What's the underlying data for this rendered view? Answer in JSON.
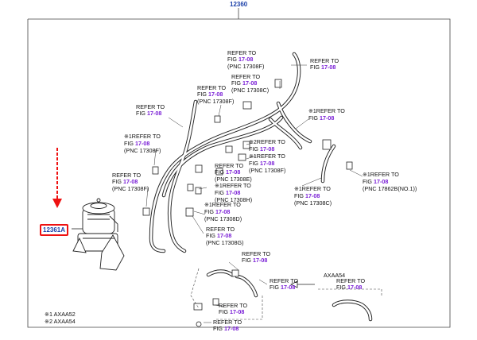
{
  "main_part_number": "12360",
  "highlighted_part_number": "12361A",
  "refer_labels": [
    {
      "id": "r1",
      "mark": "",
      "line1": "REFER TO",
      "fig_prefix": "FIG ",
      "fig": "17-08",
      "pnc": "(PNC 17308F)"
    },
    {
      "id": "r2",
      "mark": "",
      "line1": "REFER TO",
      "fig_prefix": "FIG ",
      "fig": "17-08",
      "pnc": ""
    },
    {
      "id": "r3",
      "mark": "",
      "line1": "REFER TO",
      "fig_prefix": "FIG ",
      "fig": "17-08",
      "pnc": "(PNC 17308C)"
    },
    {
      "id": "r4",
      "mark": "",
      "line1": "REFER TO",
      "fig_prefix": "FIG ",
      "fig": "17-08",
      "pnc": "(PNC 17308F)"
    },
    {
      "id": "r5",
      "mark": "",
      "line1": "REFER TO",
      "fig_prefix": "FIG ",
      "fig": "17-08",
      "pnc": ""
    },
    {
      "id": "r6",
      "mark": "※1",
      "line1": "REFER TO",
      "fig_prefix": "FIG ",
      "fig": "17-08",
      "pnc": ""
    },
    {
      "id": "r7",
      "mark": "※1",
      "line1": "REFER TO",
      "fig_prefix": "FIG ",
      "fig": "17-08",
      "pnc": "(PNC 17308F)"
    },
    {
      "id": "r8",
      "mark": "※2",
      "line1": "REFER TO",
      "fig_prefix": "FIG ",
      "fig": "17-08",
      "pnc": ""
    },
    {
      "id": "r9",
      "mark": "※1",
      "line1": "REFER TO",
      "fig_prefix": "FIG ",
      "fig": "17-08",
      "pnc": "(PNC 17308F)"
    },
    {
      "id": "r10",
      "mark": "",
      "line1": "REFER TO",
      "fig_prefix": "FIG ",
      "fig": "17-08",
      "pnc": "(PNC 17308F)"
    },
    {
      "id": "r11",
      "mark": "",
      "line1": "REFER TO",
      "fig_prefix": "FIG ",
      "fig": "17-08",
      "pnc": "(PNC 17308E)"
    },
    {
      "id": "r12",
      "mark": "※1",
      "line1": "REFER TO",
      "fig_prefix": "FIG ",
      "fig": "17-08",
      "pnc": "(PNC 17308H)"
    },
    {
      "id": "r13",
      "mark": "※1",
      "line1": "REFER TO",
      "fig_prefix": "FIG ",
      "fig": "17-08",
      "pnc": "(PNC 17308D)"
    },
    {
      "id": "r14",
      "mark": "※1",
      "line1": "REFER TO",
      "fig_prefix": "FIG ",
      "fig": "17-08",
      "pnc": "(PNC 17862B(NO.1))"
    },
    {
      "id": "r15",
      "mark": "※1",
      "line1": "REFER TO",
      "fig_prefix": "FIG ",
      "fig": "17-08",
      "pnc": "(PNC 17308C)"
    },
    {
      "id": "r16",
      "mark": "",
      "line1": "REFER TO",
      "fig_prefix": "FIG ",
      "fig": "17-08",
      "pnc": "(PNC 17308G)"
    },
    {
      "id": "r17",
      "mark": "",
      "line1": "REFER TO",
      "fig_prefix": "FIG ",
      "fig": "17-08",
      "pnc": ""
    },
    {
      "id": "r18",
      "mark": "",
      "line1": "REFER TO",
      "fig_prefix": "FIG ",
      "fig": "17-08",
      "pnc": ""
    },
    {
      "id": "r19",
      "mark": "",
      "line1": "REFER TO",
      "fig_prefix": "FIG ",
      "fig": "17-08",
      "pnc": ""
    },
    {
      "id": "r20",
      "mark": "",
      "line1": "REFER TO",
      "fig_prefix": "FIG ",
      "fig": "17-08",
      "pnc": ""
    },
    {
      "id": "r21",
      "mark": "",
      "line1": "REFER TO",
      "fig_prefix": "FIG ",
      "fig": "17-08",
      "pnc": ""
    }
  ],
  "axaa54_label": "AXAA54",
  "footnotes": [
    "※1 AXAA52",
    "※2 AXAA54"
  ],
  "colors": {
    "fig_ref": "#7a1fd6",
    "part_number": "#1a3fa8",
    "highlight": "#e11111"
  }
}
